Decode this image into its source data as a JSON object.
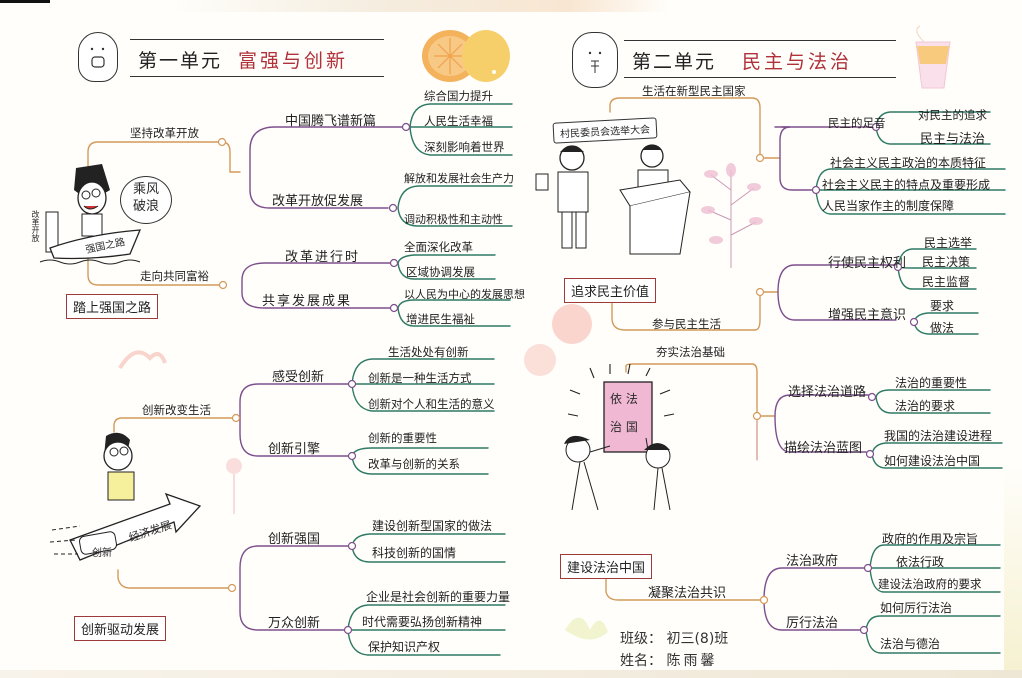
{
  "unit1": {
    "number": "第一单元",
    "title": "富强与创新",
    "lessons": [
      {
        "name": "踏上强国之路",
        "branches": [
          {
            "label": "坚持改革开放",
            "subs": [
              {
                "label": "中国腾飞谱新篇",
                "leaves": [
                  "综合国力提升",
                  "人民生活幸福",
                  "深刻影响着世界"
                ]
              },
              {
                "label": "改革开放促发展",
                "leaves": [
                  "解放和发展社会生产力",
                  "调动积极性和主动性"
                ]
              }
            ]
          },
          {
            "label": "走向共同富裕",
            "subs": [
              {
                "label": "改革进行时",
                "leaves": [
                  "全面深化改革",
                  "区域协调发展"
                ]
              },
              {
                "label": "共享发展成果",
                "leaves": [
                  "以人民为中心的发展思想",
                  "增进民生福祉"
                ]
              }
            ]
          }
        ]
      },
      {
        "name": "创新驱动发展",
        "branches": [
          {
            "label": "创新改变生活",
            "subs": [
              {
                "label": "感受创新",
                "leaves": [
                  "生活处处有创新",
                  "创新是一种生活方式",
                  "创新对个人和生活的意义"
                ]
              },
              {
                "label": "创新引擎",
                "leaves": [
                  "创新的重要性",
                  "改革与创新的关系"
                ]
              }
            ]
          },
          {
            "label": "",
            "subs": [
              {
                "label": "创新强国",
                "leaves": [
                  "建设创新型国家的做法",
                  "科技创新的国情"
                ]
              },
              {
                "label": "万众创新",
                "leaves": [
                  "企业是社会创新的重要力量",
                  "时代需要弘扬创新精神",
                  "保护知识产权"
                ]
              }
            ]
          }
        ]
      }
    ],
    "illustrations": {
      "speech_bubble": [
        "乘风",
        "破浪"
      ],
      "boat_label": "强国之路",
      "flag_label": "改革开放",
      "rocket_label": "经济发展",
      "engine_label": "创新"
    }
  },
  "unit2": {
    "number": "第二单元",
    "title": "民主与法治",
    "lessons": [
      {
        "name": "追求民主价值",
        "branches": [
          {
            "label": "生活在新型民主国家",
            "subs": [
              {
                "label": "民主的足音",
                "leaves": [
                  "对民主的追求",
                  "民主与法治"
                ]
              },
              {
                "label": "",
                "leaves": [
                  "社会主义民主政治的本质特征",
                  "社会主义民主的特点及重要形成",
                  "人民当家作主的制度保障"
                ]
              }
            ]
          },
          {
            "label": "参与民主生活",
            "subs": [
              {
                "label": "行使民主权利",
                "leaves": [
                  "民主选举",
                  "民主决策",
                  "民主监督"
                ]
              },
              {
                "label": "增强民主意识",
                "leaves": [
                  "要求",
                  "做法"
                ]
              }
            ]
          }
        ]
      },
      {
        "name": "建设法治中国",
        "branches": [
          {
            "label": "夯实法治基础",
            "subs": [
              {
                "label": "选择法治道路",
                "leaves": [
                  "法治的重要性",
                  "法治的要求"
                ]
              },
              {
                "label": "描绘法治蓝图",
                "leaves": [
                  "我国的法治建设进程",
                  "如何建设法治中国"
                ]
              }
            ]
          },
          {
            "label": "凝聚法治共识",
            "subs": [
              {
                "label": "法治政府",
                "leaves": [
                  "政府的作用及宗旨",
                  "依法行政",
                  "建设法治政府的要求"
                ]
              },
              {
                "label": "厉行法治",
                "leaves": [
                  "如何厉行法治",
                  "法治与德治"
                ]
              }
            ]
          }
        ]
      }
    ],
    "illustrations": {
      "banner": "村民委员会选举大会",
      "book_title": [
        "依 法",
        "治 国"
      ]
    }
  },
  "footer": {
    "class_label": "班级：",
    "class_value": "初三(8)班",
    "name_label": "姓名：",
    "name_value": "陈雨馨"
  },
  "colors": {
    "title_accent": "#b0313a",
    "branch_orange": "#d49a5a",
    "branch_purple": "#7d4f8c",
    "leaf_green": "#2f7a64",
    "box_border": "#9e3a3a",
    "paper": "#fffefb"
  }
}
